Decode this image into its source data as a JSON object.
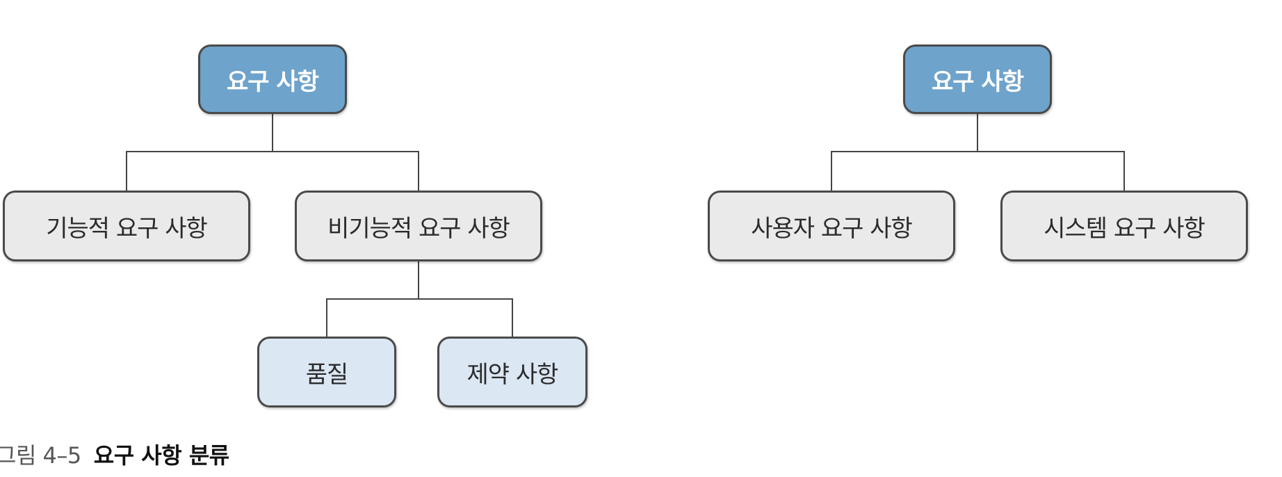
{
  "colors": {
    "root_fill": "#6ea3cb",
    "mid_fill": "#eaeaea",
    "leaf_fill": "#dbe7f3",
    "border": "#4a4a4a"
  },
  "left_tree": {
    "root": "요구 사항",
    "functional": "기능적 요구 사항",
    "non_functional": "비기능적 요구 사항",
    "quality": "품질",
    "constraint": "제약 사항"
  },
  "right_tree": {
    "root": "요구 사항",
    "user": "사용자 요구 사항",
    "system": "시스템 요구 사항"
  },
  "caption": {
    "number": "그림 4–5",
    "title": "요구 사항 분류"
  }
}
